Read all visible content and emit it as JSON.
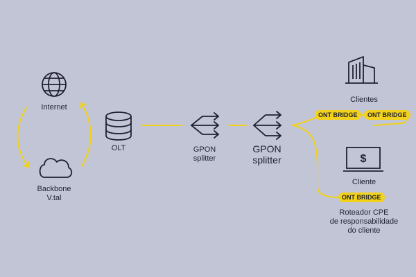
{
  "nodes": {
    "internet": "Internet",
    "backbone": [
      "Backbone",
      "V.tal"
    ],
    "olt": "OLT",
    "splitter1": [
      "GPON",
      "splitter"
    ],
    "splitter2": [
      "GPON",
      "splitter"
    ],
    "clientes": "Clientes",
    "cliente": "Cliente",
    "cpe": [
      "Roteador CPE",
      "de responsabilidade",
      "do cliente"
    ]
  },
  "badges": [
    "ONT BRIDGE",
    "ONT BRIDGE",
    "ONT BRIDGE"
  ],
  "colors": {
    "background": "#c2c5d6",
    "accent": "#f2d21b",
    "ink": "#1f2130"
  },
  "icons": [
    "globe-icon",
    "cloud-icon",
    "database-icon",
    "splitter-icon",
    "building-icon",
    "dollar-bill-icon"
  ]
}
